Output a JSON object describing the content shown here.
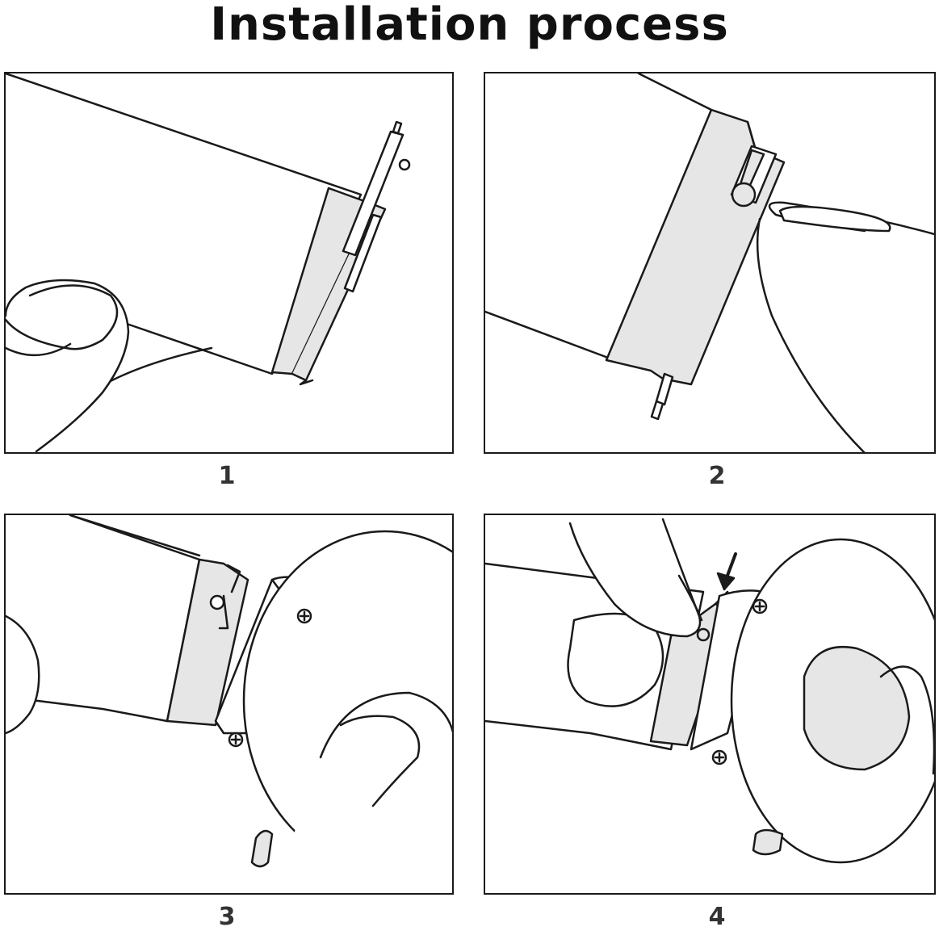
{
  "title": "Installation process",
  "steps": [
    {
      "number": "1"
    },
    {
      "number": "2"
    },
    {
      "number": "3"
    },
    {
      "number": "4"
    }
  ],
  "colors": {
    "line": "#1a1a1a",
    "shade": "#e6e6e6",
    "text": "#333333"
  },
  "icons": {
    "screw": "screw-icon",
    "arrow": "push-arrow-icon"
  }
}
